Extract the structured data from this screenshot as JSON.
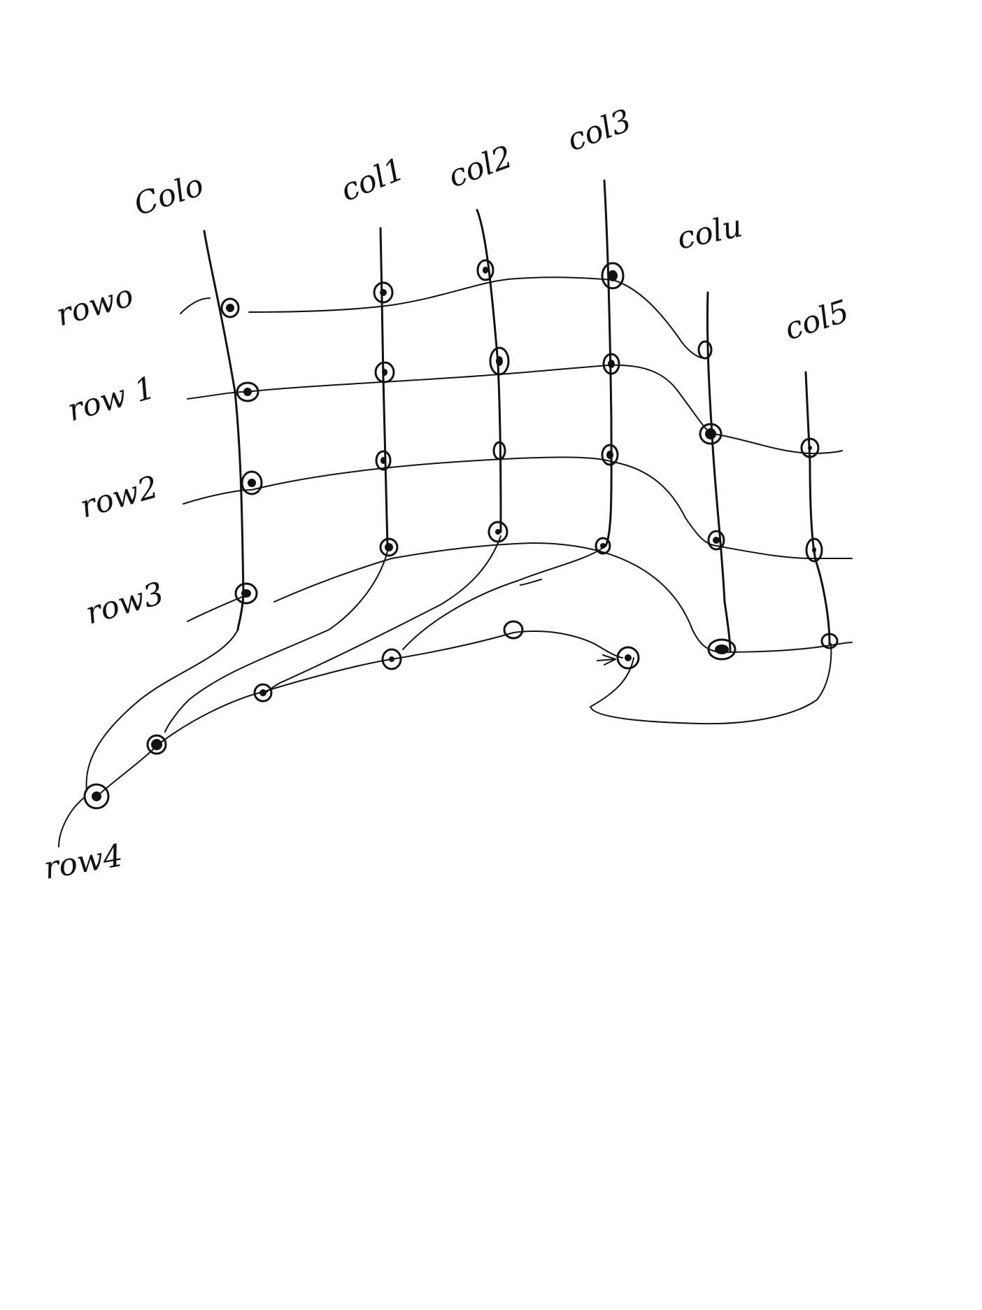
{
  "column_labels": [
    "Colo",
    "col1",
    "col2",
    "col3",
    "colu",
    "col5"
  ],
  "row_labels": [
    "rowo",
    "row 1",
    "row2",
    "row3",
    "row4"
  ],
  "colors": {
    "ink": "#111111",
    "paper": "#ffffff"
  }
}
